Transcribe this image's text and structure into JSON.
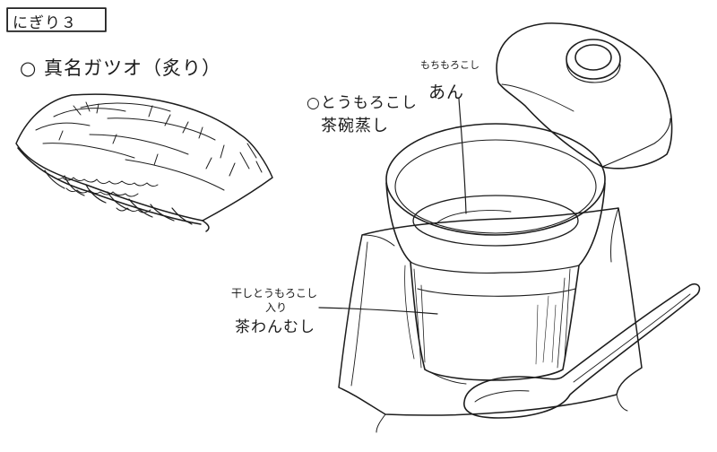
{
  "header": {
    "title": "にぎり３"
  },
  "sushi": {
    "label": "○ 真名ガツオ（炙り）"
  },
  "chawanmushi": {
    "label_line1": "○とうもろこし",
    "label_line2": "茶碗蒸し",
    "sauce_small": "もちもろこし",
    "sauce_big": "あん",
    "inner_line1": "干しとうもろこし",
    "inner_line2": "入り",
    "inner_line3": "茶わんむし"
  }
}
